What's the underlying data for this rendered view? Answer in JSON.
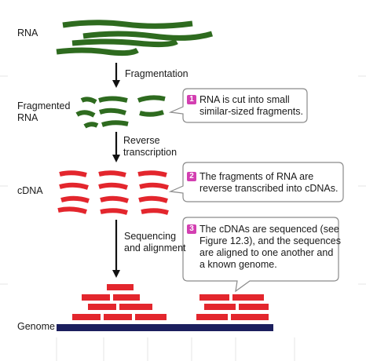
{
  "stages": {
    "rna": "RNA",
    "fragmented": "Fragmented\nRNA",
    "cdna": "cDNA",
    "genome": "Genome"
  },
  "arrows": {
    "fragmentation": "Fragmentation",
    "reverse_transcription": "Reverse\ntranscription",
    "sequencing": "Sequencing\nand alignment"
  },
  "callouts": [
    {
      "number": "1",
      "text": "RNA is cut into small\nsimilar-sized fragments."
    },
    {
      "number": "2",
      "text": "The fragments of RNA are\nreverse transcribed into cDNAs."
    },
    {
      "number": "3",
      "text": "The cDNAs are sequenced (see\nFigure 12.3), and the sequences\nare aligned to one another and\na known genome."
    }
  ],
  "colors": {
    "rna_green": "#2e6b1f",
    "cdna_red": "#e3262d",
    "genome_navy": "#1c1f5e",
    "badge_magenta": "#d33fb1",
    "callout_border": "#8a8a8a"
  }
}
